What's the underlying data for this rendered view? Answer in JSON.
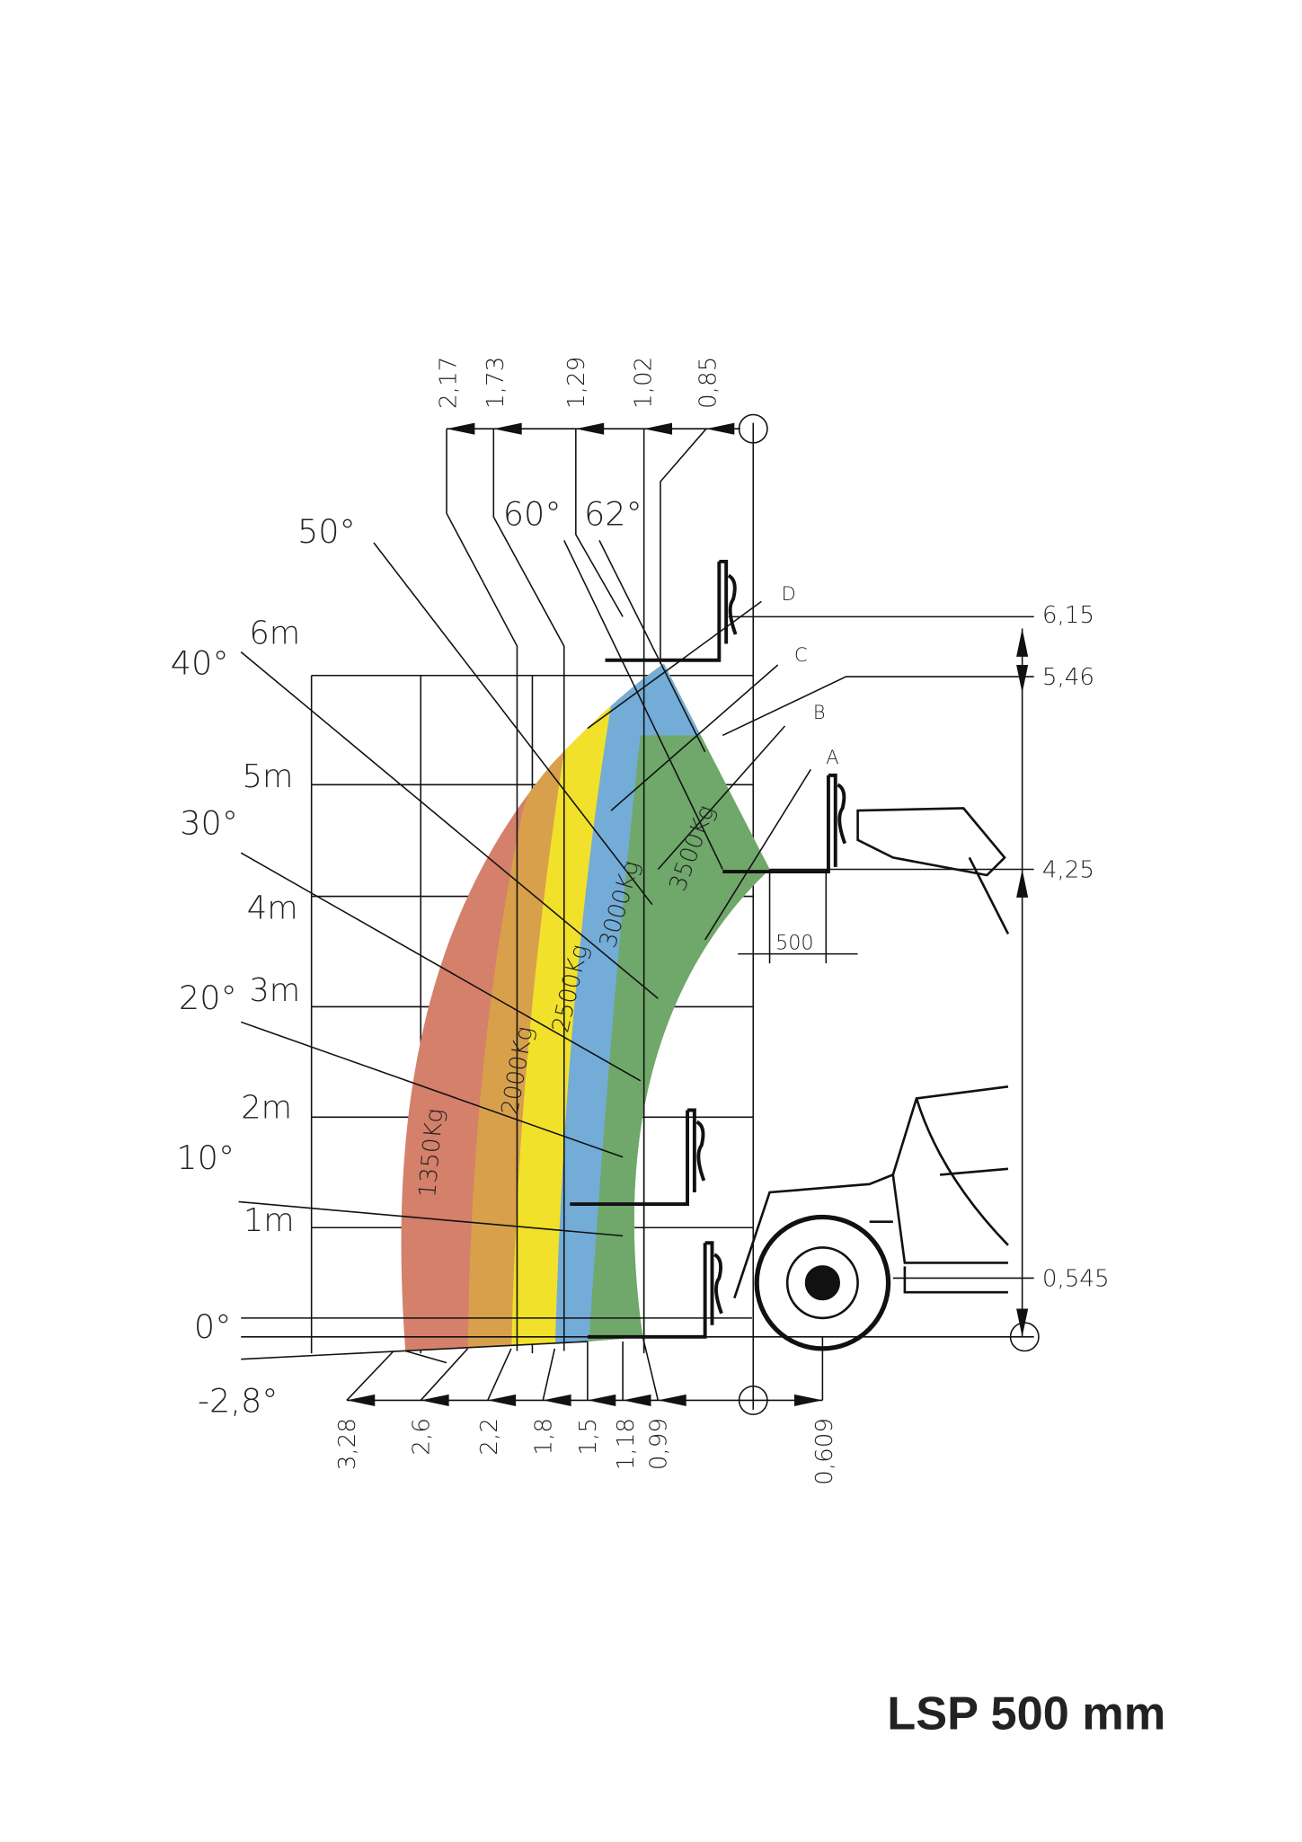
{
  "title": "LSP 500 mm",
  "heights": [
    "6m",
    "5m",
    "4m",
    "3m",
    "2m",
    "1m"
  ],
  "angles": [
    "50°",
    "60°",
    "62°",
    "40°",
    "30°",
    "20°",
    "10°",
    "0°",
    "-2,8°"
  ],
  "top_dims": [
    "2,17",
    "1,73",
    "1,29",
    "1,02",
    "0,85"
  ],
  "bottom_dims": [
    "3,28",
    "2,6",
    "2,2",
    "1,8",
    "1,5",
    "1,18",
    "0,99",
    "0,609"
  ],
  "right_dims": [
    "6,15",
    "5,46",
    "4,25",
    "0,545"
  ],
  "positions": [
    "D",
    "C",
    "B",
    "A"
  ],
  "fork_offset": "500",
  "loads": [
    {
      "label": "1350Kg",
      "color": "#d4806a"
    },
    {
      "label": "2000Kg",
      "color": "#d9a04c"
    },
    {
      "label": "2500Kg",
      "color": "#f2e12a"
    },
    {
      "label": "3000Kg",
      "color": "#74acd8"
    },
    {
      "label": "3500Kg",
      "color": "#6fa86a"
    }
  ]
}
